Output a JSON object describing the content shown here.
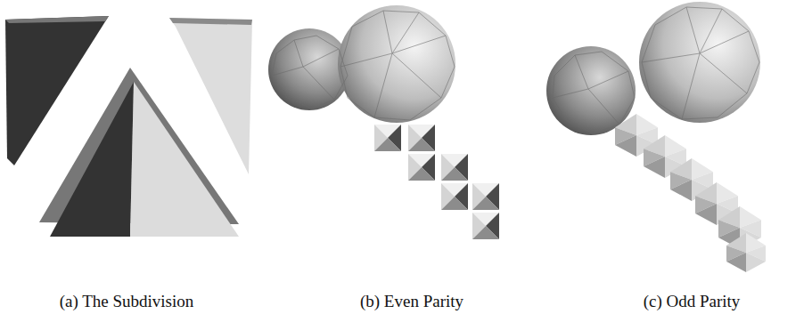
{
  "diagram": {
    "labels": [
      "(a) The Subdivision",
      "(b) Even Parity",
      "(c) Odd Parity"
    ]
  }
}
